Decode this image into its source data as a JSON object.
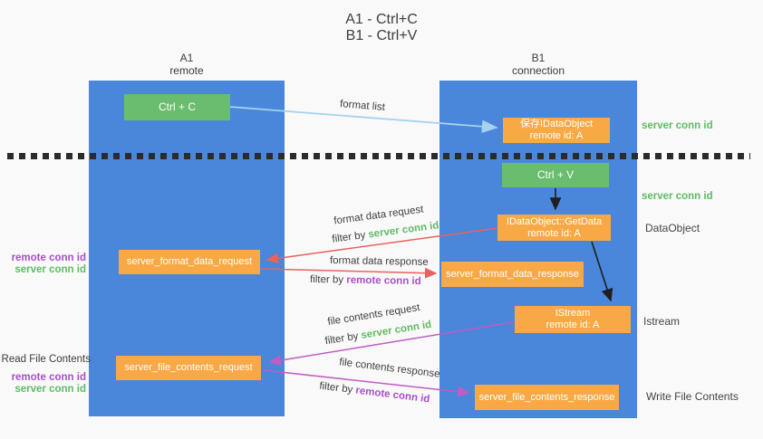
{
  "title": {
    "line1": "A1 - Ctrl+C",
    "line2": "B1 - Ctrl+V"
  },
  "lanes": {
    "left": {
      "name": "A1",
      "subtitle": "remote"
    },
    "right": {
      "name": "B1",
      "subtitle": "connection"
    }
  },
  "nodes": {
    "ctrl_c": "Ctrl + C",
    "ctrl_v": "Ctrl + V",
    "save_dataobject": {
      "line1": "保存IDataObject",
      "line2": "remote id: A"
    },
    "getdata": {
      "line1": "IDataObject::GetData",
      "line2": "remote id: A"
    },
    "istream": {
      "line1": "IStream",
      "line2": "remote id: A"
    },
    "format_request": "server_format_data_request",
    "format_response": "server_format_data_response",
    "file_request": "server_file_contents_request",
    "file_response": "server_file_contents_response"
  },
  "messages": {
    "format_list": "format list",
    "format_data_request": "format data request",
    "format_data_response": "format data response",
    "file_contents_request": "file contents request",
    "file_contents_response": "file contents response",
    "filter_by": "filter by ",
    "server_conn_id": "server conn id",
    "remote_conn_id": "remote conn id"
  },
  "annotations": {
    "right": {
      "server_conn_id_top": "server conn id",
      "server_conn_id_mid": "server conn id",
      "dataobject": "DataObject",
      "istream": "Istream",
      "write_file_contents": "Write File Contents"
    },
    "left": {
      "remote_conn_id_top": "remote conn id",
      "server_conn_id_top": "server conn id",
      "read_file_contents": "Read File Contents",
      "remote_conn_id_bottom": "remote conn id",
      "server_conn_id_bottom": "server conn id"
    }
  },
  "colors": {
    "lane_blue": "#4a86d9",
    "box_green": "#6abd6e",
    "box_orange": "#f8a945",
    "arrow_lightblue": "#a5d2ef",
    "arrow_red": "#e8635c",
    "arrow_magenta": "#c15cc4",
    "arrow_black": "#1f1f1f",
    "label_green": "#5fbb63",
    "label_purple": "#a84fc8",
    "separator_black": "#2b2b2b"
  }
}
